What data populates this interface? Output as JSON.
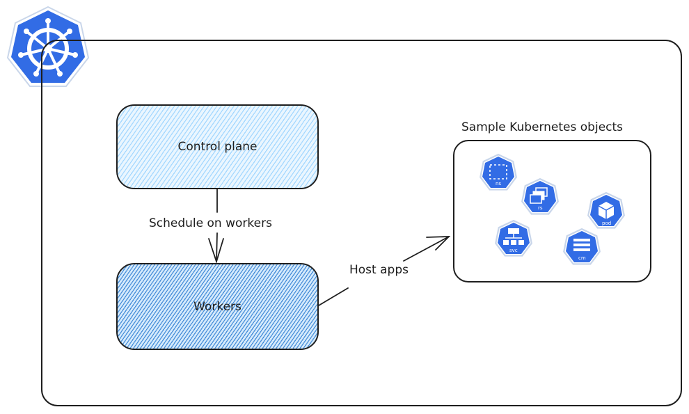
{
  "diagram": {
    "control_plane_label": "Control plane",
    "workers_label": "Workers",
    "schedule_label": "Schedule on workers",
    "host_label": "Host apps",
    "objects_title": "Sample Kubernetes objects",
    "objects": [
      {
        "icon": "ns-icon",
        "label": "ns"
      },
      {
        "icon": "rs-icon",
        "label": "rs"
      },
      {
        "icon": "pod-icon",
        "label": "pod"
      },
      {
        "icon": "svc-icon",
        "label": "svc"
      },
      {
        "icon": "cm-icon",
        "label": "cm"
      }
    ],
    "colors": {
      "kubernetes_blue": "#326ce5",
      "control_plane_fill": "#a5d8ff",
      "workers_fill": "#4a90d9",
      "stroke": "#1e1e1e"
    }
  }
}
